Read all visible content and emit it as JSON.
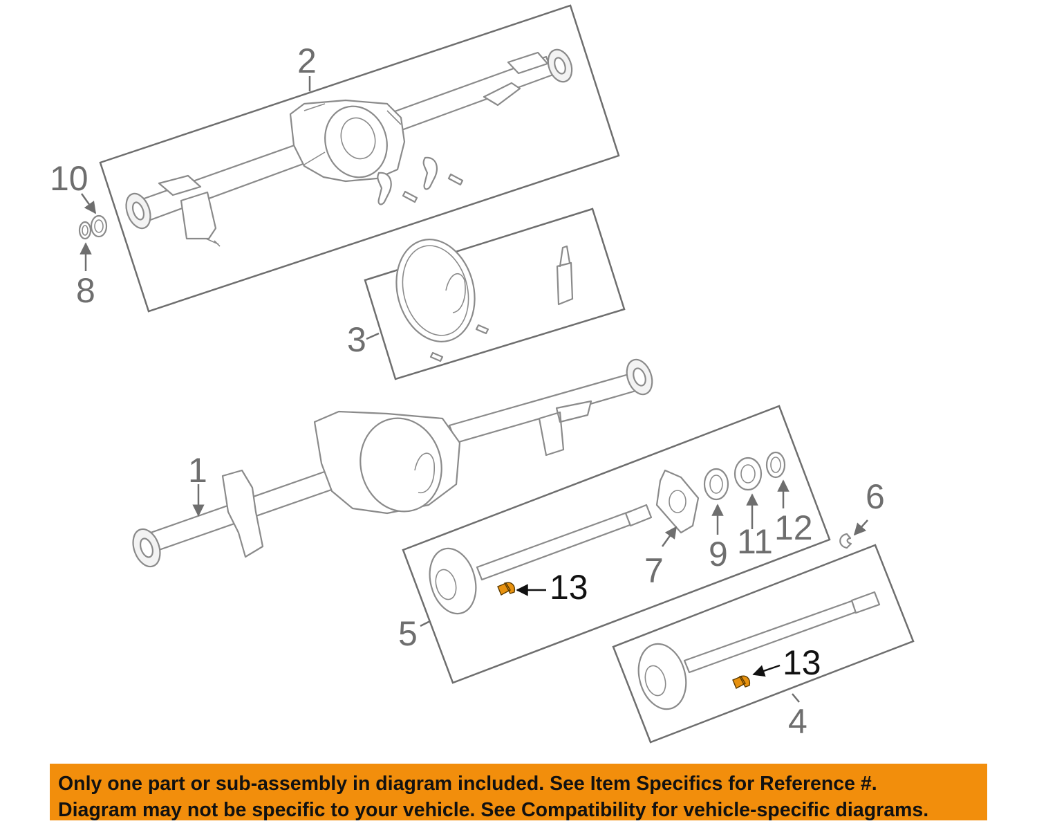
{
  "callouts": {
    "c1": "1",
    "c2": "2",
    "c3": "3",
    "c4": "4",
    "c5": "5",
    "c6": "6",
    "c7": "7",
    "c8": "8",
    "c9": "9",
    "c10": "10",
    "c11": "11",
    "c12": "12",
    "c13a": "13",
    "c13b": "13"
  },
  "notice": {
    "line1": "Only one part or sub-assembly in diagram included. See Item Specifics for Reference #.",
    "line2": "Diagram may not be specific to your vehicle. See Compatibility for vehicle-specific diagrams."
  },
  "colors": {
    "banner": "#f28e0c",
    "stud": "#e8920f",
    "line": "#6e6e6e"
  },
  "icons": {
    "arrow": "arrow-icon"
  }
}
